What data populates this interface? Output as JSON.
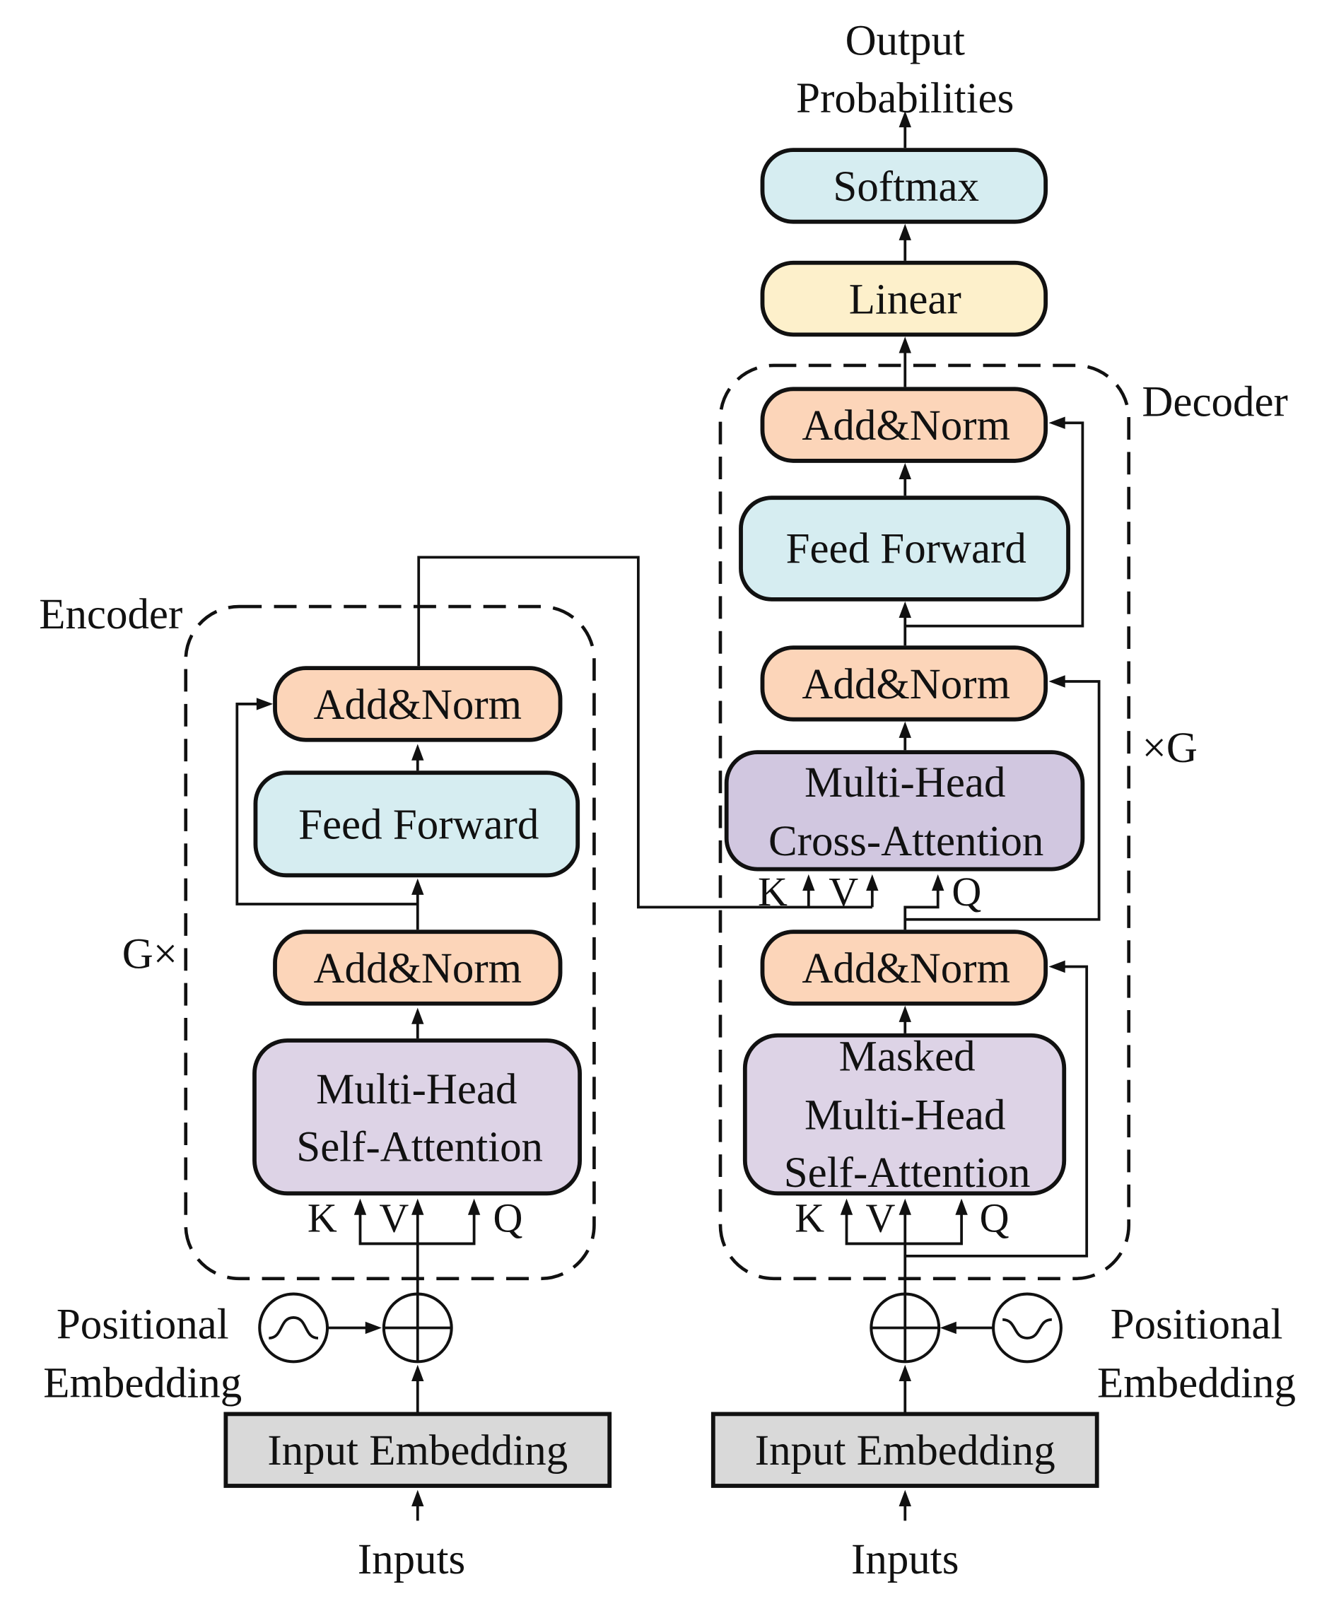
{
  "colors": {
    "add_norm": "#fcd5b9",
    "feed_forward": "#d6edf1",
    "attention": "#ddd3e6",
    "cross_attention": "#d1c7e0",
    "linear": "#fdf0cb",
    "softmax": "#d6edf1",
    "input_embedding": "#d9d9d9"
  },
  "labels": {
    "output": [
      "Output",
      "Probabilities"
    ],
    "softmax": "Softmax",
    "linear": "Linear",
    "decoder": "Decoder",
    "encoder": "Encoder",
    "add_norm": "Add&Norm",
    "feed_forward": "Feed Forward",
    "cross_attention": [
      "Multi-Head",
      "Cross-Attention"
    ],
    "self_attention": [
      "Multi-Head",
      "Self-Attention"
    ],
    "masked_self_attention": [
      "Masked",
      "Multi-Head",
      "Self-Attention"
    ],
    "decoder_repeat": "×G",
    "encoder_repeat": "G×",
    "k": "K",
    "v": "V",
    "q": "Q",
    "positional": [
      "Positional",
      "Embedding"
    ],
    "input_embedding": "Input Embedding",
    "inputs": "Inputs"
  },
  "icons": {
    "positional_encoding": "sine-wave-icon",
    "addition": "circled-plus-icon"
  }
}
